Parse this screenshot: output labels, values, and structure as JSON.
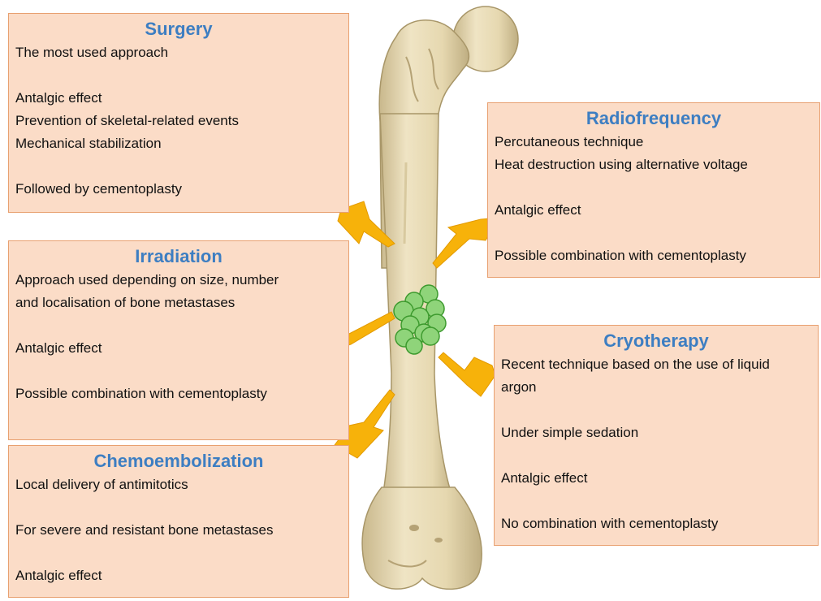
{
  "colors": {
    "box_fill": "#fbdcc7",
    "box_border": "#e8a070",
    "title": "#3d7ec2",
    "bone": "#e9dcb6",
    "bolt": "#f7b20a",
    "tumor": "#8fd47a"
  },
  "icons": [
    "femur-bone-illustration",
    "lightning-bolt-icon",
    "tumor-cluster-icon"
  ],
  "surgery": {
    "title": "Surgery",
    "lines": [
      "The most used approach",
      "",
      "Antalgic effect",
      "Prevention of skeletal-related events",
      "Mechanical stabilization",
      "",
      "Followed by cementoplasty"
    ]
  },
  "radiofrequency": {
    "title": "Radiofrequency",
    "lines": [
      "Percutaneous technique",
      "Heat destruction using alternative voltage",
      "",
      "Antalgic effect",
      "",
      "Possible combination with cementoplasty"
    ]
  },
  "irradiation": {
    "title": "Irradiation",
    "lines": [
      "Approach used depending on size, number and localisation of bone metastases",
      "",
      "Antalgic effect",
      "",
      "Possible combination with cementoplasty"
    ]
  },
  "cryotherapy": {
    "title": "Cryotherapy",
    "lines": [
      "Recent technique based on the use of liquid argon",
      "",
      "Under simple sedation",
      "",
      "Antalgic effect",
      "",
      "No combination with cementoplasty"
    ]
  },
  "chemoembolization": {
    "title": "Chemoembolization",
    "lines": [
      "Local delivery of antimitotics",
      "",
      "For severe and resistant bone metastases",
      "",
      "Antalgic effect"
    ]
  }
}
